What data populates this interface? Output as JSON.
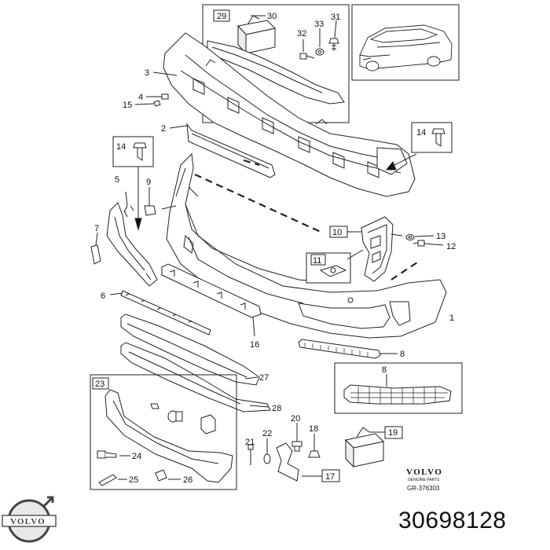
{
  "brand": {
    "logo_text": "VOLVO",
    "legend_brand": "VOLVO",
    "legend_sub": "GENUINE PARTS",
    "reference": "GR-376303"
  },
  "part_number": "30698128",
  "callouts": {
    "c1": "1",
    "c2": "2",
    "c3": "3",
    "c4": "4",
    "c5": "5",
    "c6": "6",
    "c7": "7",
    "c8a": "8",
    "c8b": "8",
    "c9": "9",
    "c10": "10",
    "c11": "11",
    "c12": "12",
    "c13": "13",
    "c14a": "14",
    "c14b": "14",
    "c15": "15",
    "c16": "16",
    "c17": "17",
    "c18": "18",
    "c19": "19",
    "c20": "20",
    "c21": "21",
    "c22": "22",
    "c23": "23",
    "c24": "24",
    "c25": "25",
    "c26": "26",
    "c27": "27",
    "c28": "28",
    "c29": "29",
    "c30": "30",
    "c31": "31",
    "c32": "32",
    "c33": "33"
  },
  "icons": {
    "car": "car-icon",
    "logo": "volvo-logo-icon"
  }
}
